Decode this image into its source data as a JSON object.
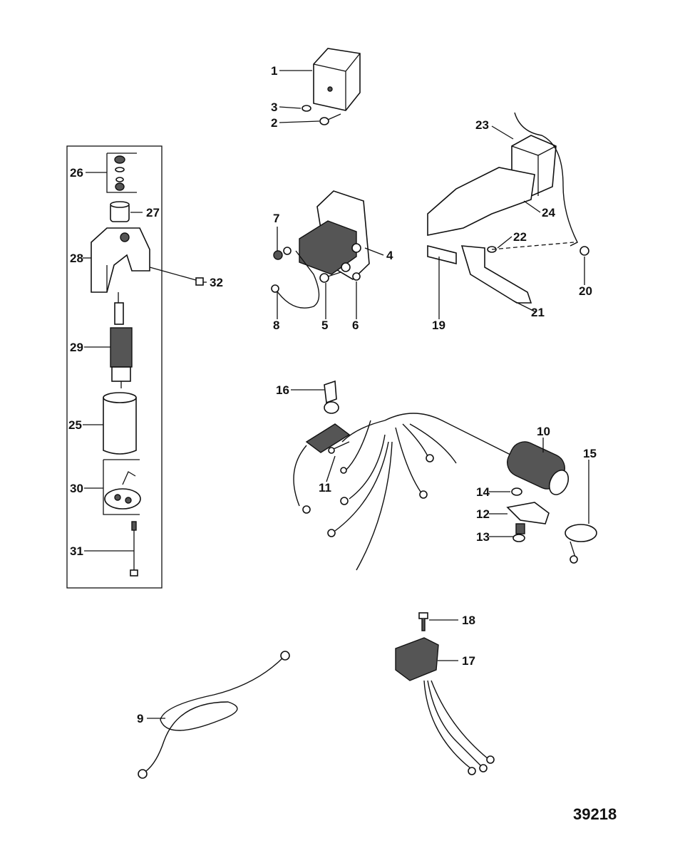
{
  "figure_number": "39218",
  "callouts": [
    "1",
    "2",
    "3",
    "4",
    "5",
    "6",
    "7",
    "8",
    "9",
    "10",
    "11",
    "12",
    "13",
    "14",
    "15",
    "16",
    "17",
    "18",
    "19",
    "20",
    "21",
    "22",
    "23",
    "24",
    "25",
    "26",
    "27",
    "28",
    "29",
    "30",
    "31",
    "32"
  ]
}
